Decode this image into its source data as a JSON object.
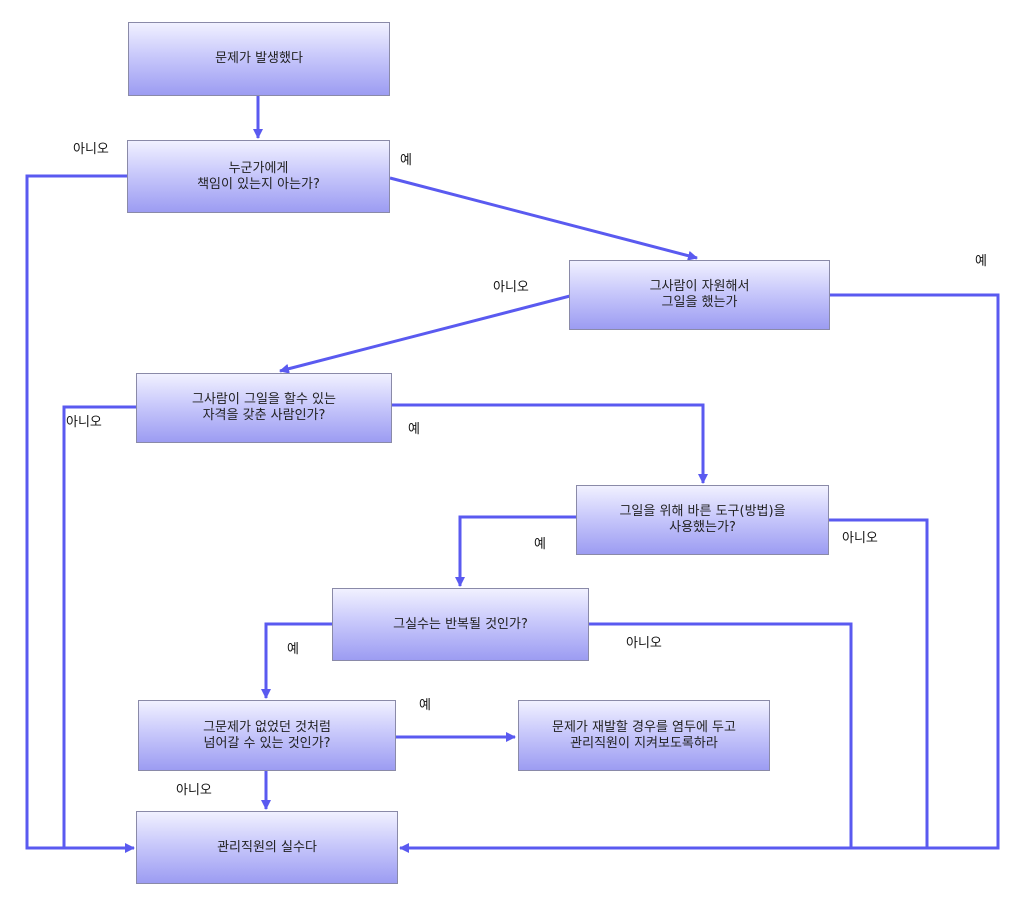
{
  "colors": {
    "line": "#5a5af0",
    "box_top": "#f1f1ff",
    "box_bottom": "#9c9cf2",
    "box_border": "#8a8aa8"
  },
  "nodes": {
    "start": "문제가 발생했다",
    "q1": "누군가에게\n책임이 있는지 아는가?",
    "q2": "그사람이 자원해서\n그일을 했는가",
    "q3": "그사람이 그일을 할수 있는\n자격을 갖춘 사람인가?",
    "q4": "그일을 위해 바른 도구(방법)을\n사용했는가?",
    "q5": "그실수는 반복될 것인가?",
    "q6": "그문제가 없었던 것처럼\n넘어갈 수 있는 것인가?",
    "result_watch": "문제가 재발할 경우를 염두에 두고\n관리직원이 지켜보도록하라",
    "result_mistake": "관리직원의 실수다"
  },
  "labels": {
    "yes": "예",
    "no": "아니오"
  }
}
